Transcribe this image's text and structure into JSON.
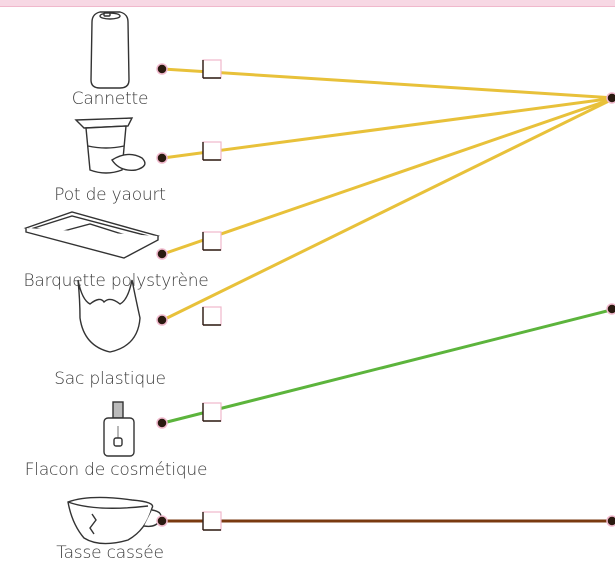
{
  "items": [
    {
      "label": "Cannette",
      "icon": "can-icon",
      "line_color": "#e8c13a",
      "target": "target-1"
    },
    {
      "label": "Pot de yaourt",
      "icon": "yogurt-pot-icon",
      "line_color": "#e8c13a",
      "target": "target-1"
    },
    {
      "label": "Barquette polystyrène",
      "icon": "polystyrene-tray-icon",
      "line_color": "#e8c13a",
      "target": "target-1"
    },
    {
      "label": "Sac plastique",
      "icon": "plastic-bag-icon",
      "line_color": "#e8c13a",
      "target": "target-1"
    },
    {
      "label": "Flacon de cosmétique",
      "icon": "cosmetic-bottle-icon",
      "line_color": "#5cb43c",
      "target": "target-2"
    },
    {
      "label": "Tasse cassée",
      "icon": "broken-cup-icon",
      "line_color": "#7a3a10",
      "target": "target-3"
    }
  ],
  "colors": {
    "yellow": "#e8c13a",
    "green": "#5cb43c",
    "brown": "#7a3a10",
    "handle_border": "#f0b8cc",
    "dot": "#2a1a10",
    "top_border": "#f7d8e4"
  }
}
